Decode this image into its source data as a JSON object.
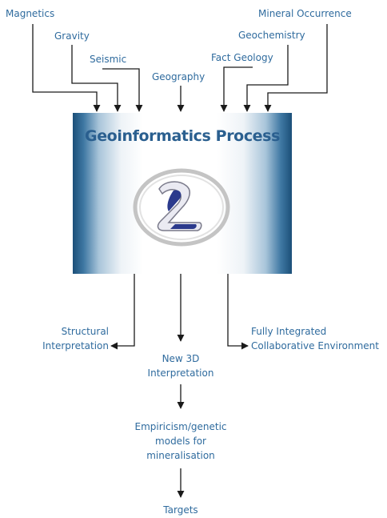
{
  "colors": {
    "label_text": "#2f6b9e",
    "arrow": "#1a1a1a",
    "box_edge_dark": "#1b4f78",
    "box_center": "#ffffff",
    "title_text": "#2a5f8f",
    "logo_ring": "#bdbdbd",
    "logo_accent": "#2b3a8c"
  },
  "inputs": {
    "magnetics": "Magnetics",
    "gravity": "Gravity",
    "seismic": "Seismic",
    "geography": "Geography",
    "fact_geology": "Fact Geology",
    "geochemistry": "Geochemistry",
    "mineral_occurrence": "Mineral Occurrence"
  },
  "process": {
    "title": "Geoinformatics Process",
    "logo_icon": "z-scroll-logo-icon"
  },
  "outputs": {
    "structural_line1": "Structural",
    "structural_line2": "Interpretation",
    "new3d_line1": "New 3D",
    "new3d_line2": "Interpretation",
    "integrated_line1": "Fully Integrated",
    "integrated_line2": "Collaborative Environment",
    "empiricism_line1": "Empiricism/genetic",
    "empiricism_line2": "models for",
    "empiricism_line3": "mineralisation",
    "targets": "Targets"
  }
}
